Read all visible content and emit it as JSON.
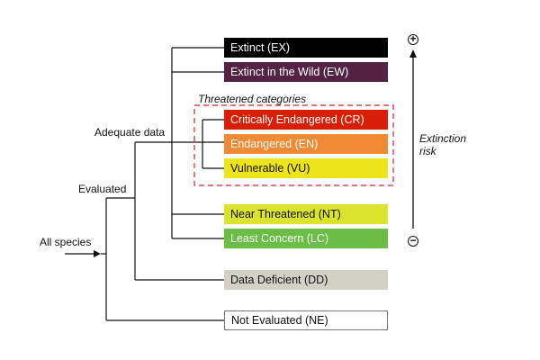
{
  "diagram": {
    "root_label": "All species",
    "evaluated_label": "Evaluated",
    "adequate_label": "Adequate data",
    "threatened_label": "Threatened categories",
    "risk_label_line1": "Extinction",
    "risk_label_line2": "risk",
    "risk_plus": "+",
    "risk_minus": "−",
    "categories": [
      {
        "id": "ex",
        "label": "Extinct (EX)",
        "bg": "#000000",
        "fg": "#ffffff"
      },
      {
        "id": "ew",
        "label": "Extinct in the Wild (EW)",
        "bg": "#542344",
        "fg": "#ffffff"
      },
      {
        "id": "cr",
        "label": "Critically Endangered (CR)",
        "bg": "#d81e05",
        "fg": "#ffffff"
      },
      {
        "id": "en",
        "label": "Endangered (EN)",
        "bg": "#f08a35",
        "fg": "#ffffff"
      },
      {
        "id": "vu",
        "label": "Vulnerable (VU)",
        "bg": "#ede41c",
        "fg": "#111111"
      },
      {
        "id": "nt",
        "label": "Near Threatened (NT)",
        "bg": "#dce32c",
        "fg": "#111111"
      },
      {
        "id": "lc",
        "label": "Least Concern (LC)",
        "bg": "#6abd45",
        "fg": "#ffffff"
      },
      {
        "id": "dd",
        "label": "Data Deficient (DD)",
        "bg": "#d1d1c6",
        "fg": "#111111"
      },
      {
        "id": "ne",
        "label": "Not Evaluated (NE)",
        "bg": "#ffffff",
        "fg": "#111111"
      }
    ],
    "colors": {
      "line": "#111111",
      "threatened_box": "#c8262e"
    }
  }
}
